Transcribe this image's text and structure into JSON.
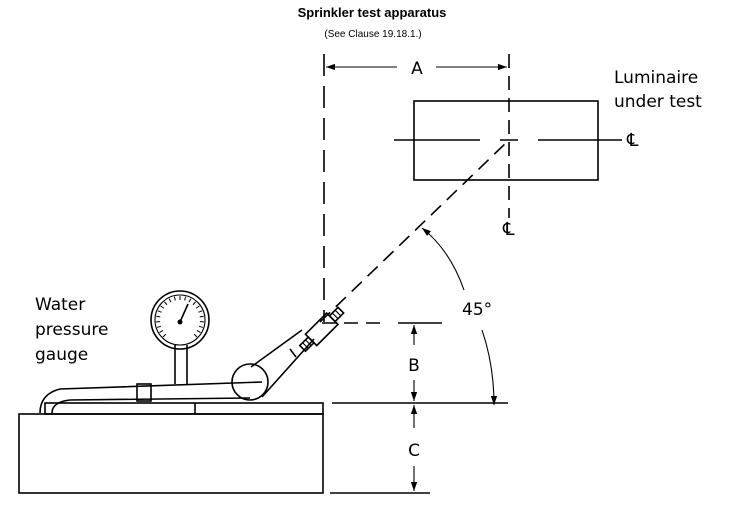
{
  "figure": {
    "title": "Sprinkler test apparatus",
    "subtitle": "(See Clause 19.18.1.)"
  },
  "labels": {
    "luminaire_line1": "Luminaire",
    "luminaire_line2": "under test",
    "water_line1": "Water",
    "water_line2": "pressure",
    "water_line3": "gauge",
    "angle": "45°",
    "dim_a": "A",
    "dim_b": "B",
    "dim_c": "C",
    "centerline_right": "℄",
    "centerline_bottom": "℄"
  }
}
